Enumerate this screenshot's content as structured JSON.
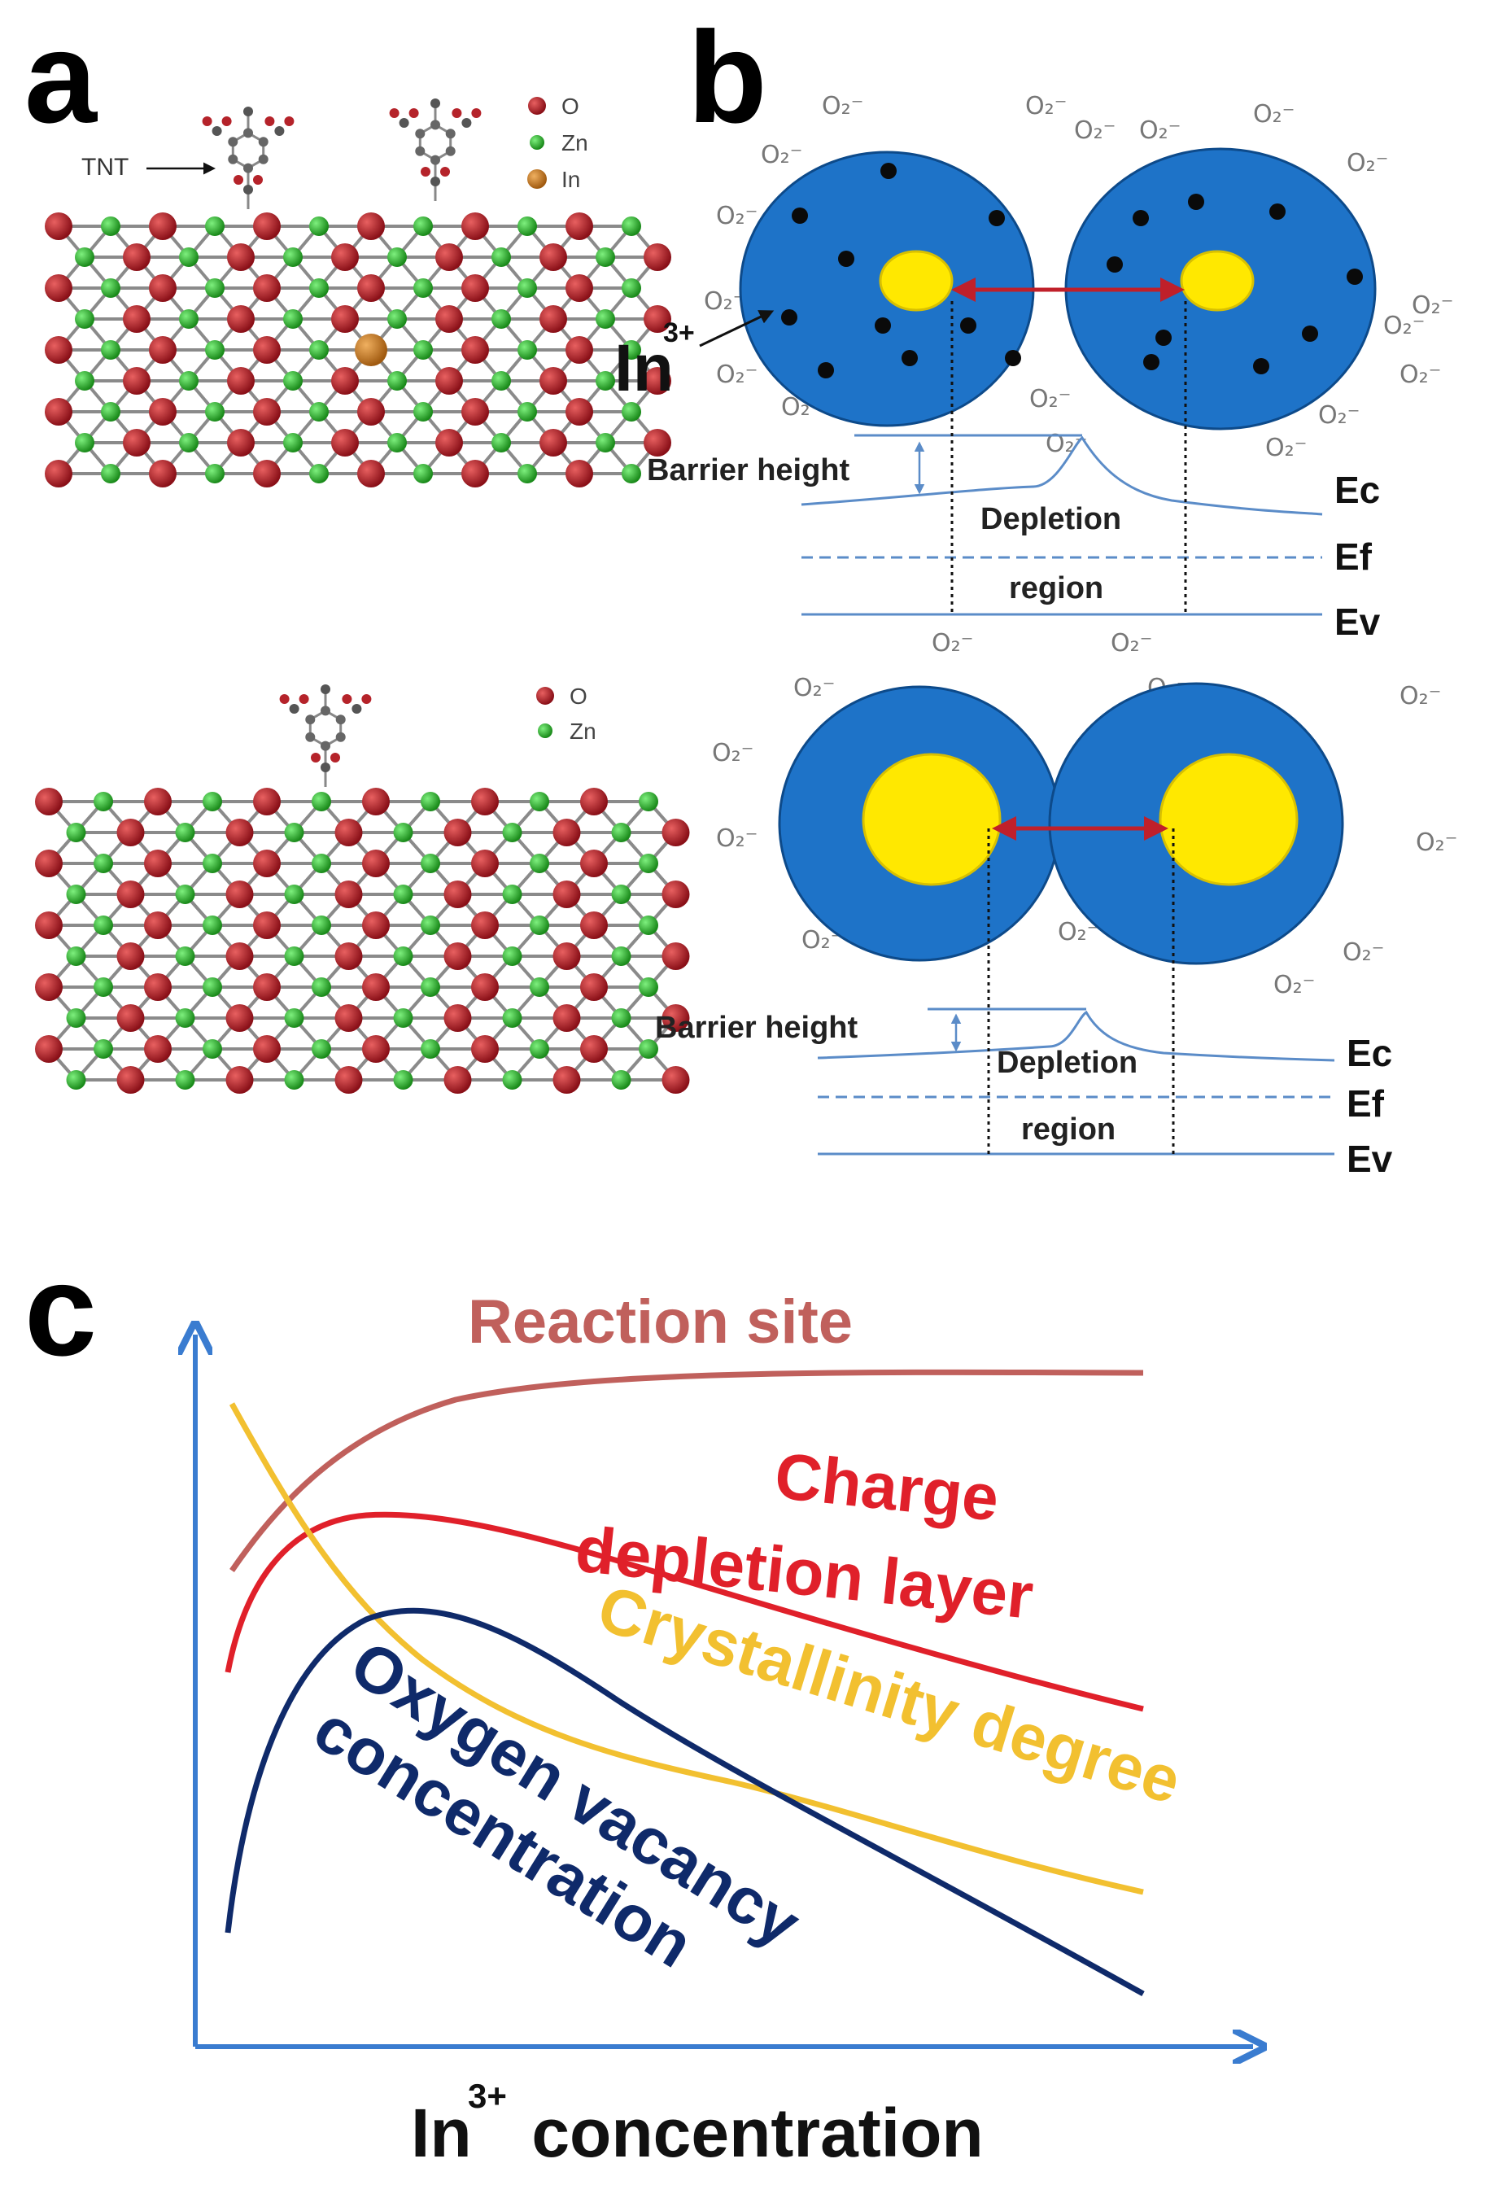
{
  "panel_a": {
    "label": "a",
    "top_legend": {
      "o": "O",
      "zn": "Zn",
      "in": "In"
    },
    "bottom_legend": {
      "o": "O",
      "zn": "Zn"
    },
    "tnt_label": "TNT",
    "colors": {
      "oxygen": "#b5232a",
      "zinc": "#2dbb2d",
      "indium": "#c8801e",
      "bond": "#8a8a8a"
    }
  },
  "panel_b": {
    "label": "b",
    "o2_label": "O₂⁻",
    "in_label": "In",
    "in_sup": "3+",
    "top": {
      "barrier": "Barrier height",
      "depletion": "Depletion",
      "region": "region",
      "ec": "Ec",
      "ef": "Ef",
      "ev": "Ev"
    },
    "bottom": {
      "barrier": "Barrier height",
      "depletion": "Depletion",
      "region": "region",
      "ec": "Ec",
      "ef": "Ef",
      "ev": "Ev"
    },
    "colors": {
      "grain": "#1e73c8",
      "core": "#ffe800",
      "arrow": "#c0202a",
      "band": "#5b8cc8"
    }
  },
  "panel_c": {
    "label": "c",
    "curves": {
      "reaction_site": "Reaction site",
      "charge_line1": "Charge",
      "charge_line2": "depletion layer",
      "crystallinity": "Crystallinity degree",
      "oxygen_line1": "Oxygen vacancy",
      "oxygen_line2": "concentration"
    },
    "xlabel_main": "In",
    "xlabel_sup": "3+",
    "xlabel_rest": " concentration",
    "colors": {
      "reaction_site": "#c0605c",
      "charge": "#e0202a",
      "crystallinity": "#f2c030",
      "oxygen": "#0f2a6a",
      "axis": "#3a7cd0"
    }
  }
}
